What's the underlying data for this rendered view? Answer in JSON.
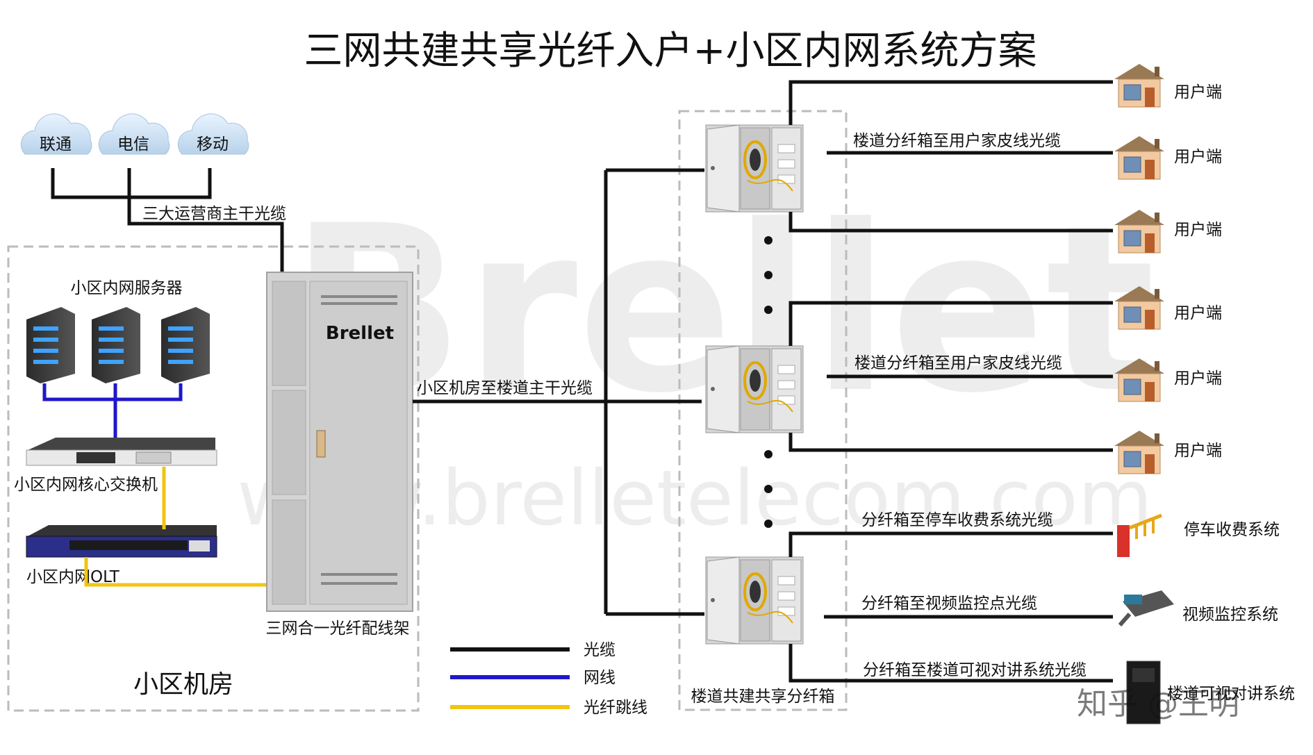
{
  "title": "三网共建共享光纤入户+小区内网系统方案",
  "watermark": {
    "brand": "Brellet",
    "url": "www.brelletelecom.com",
    "credit": "知乎 @王明"
  },
  "operators": [
    "联通",
    "电信",
    "移动"
  ],
  "labels": {
    "trunk_cable": "三大运营商主干光缆",
    "servers": "小区内网服务器",
    "core_switch": "小区内网核心交换机",
    "olt": "小区内网OLT",
    "odf": "三网合一光纤配线架",
    "odf_brand": "Brellet",
    "machine_room": "小区机房",
    "room_to_corridor": "小区机房至楼道主干光缆",
    "splitter_box": "楼道共建共享分纤箱",
    "drop_cable_1": "楼道分纤箱至用户家皮线光缆",
    "drop_cable_2": "楼道分纤箱至用户家皮线光缆",
    "parking_cable": "分纤箱至停车收费系统光缆",
    "video_cable": "分纤箱至视频监控点光缆",
    "intercom_cable": "分纤箱至楼道可视对讲系统光缆"
  },
  "users": [
    "用户端",
    "用户端",
    "用户端",
    "用户端",
    "用户端",
    "用户端"
  ],
  "systems": {
    "parking": "停车收费系统",
    "video": "视频监控系统",
    "intercom": "楼道可视对讲系统"
  },
  "legend": [
    {
      "label": "光缆",
      "color": "#111111"
    },
    {
      "label": "网线",
      "color": "#1f17c9"
    },
    {
      "label": "光纤跳线",
      "color": "#f1c40f"
    }
  ],
  "colors": {
    "fiber": "#111111",
    "ethernet": "#1f17c9",
    "patch": "#f1c40f",
    "dashed": "#bbbbbb"
  }
}
